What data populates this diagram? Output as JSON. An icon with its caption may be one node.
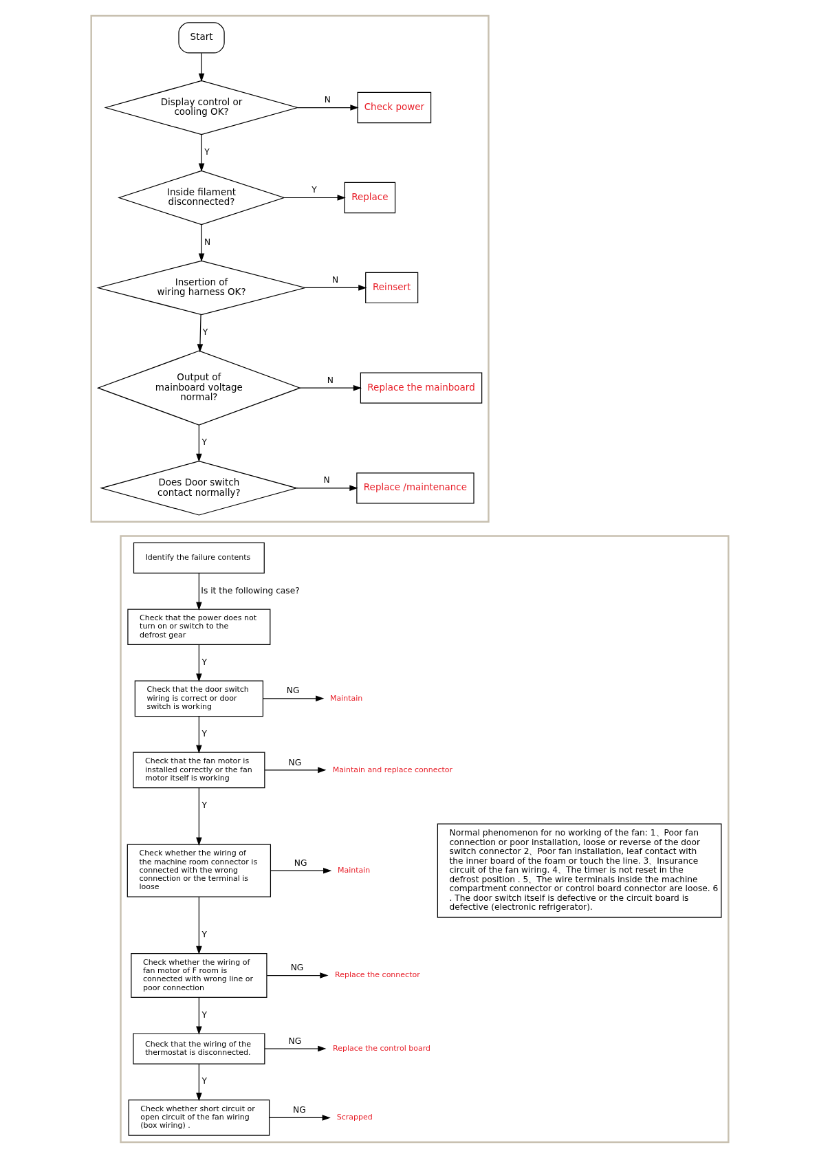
{
  "diagram": {
    "nodes": [
      {
        "text": [],
        "shape": "box"
      },
      {
        "text": [
          "Start"
        ],
        "in": 0
      },
      {
        "text": [
          "Display control or cooling OK?"
        ],
        "in": 0
      },
      {
        "text": [
          "Check power"
        ],
        "in": 0
      },
      {
        "text": [
          "Inside filament disconnected?"
        ],
        "in": 0
      },
      {
        "text": [
          "Replace"
        ],
        "in": 0
      },
      {
        "text": [
          "Insertion of wiring harness OK?"
        ],
        "in": 0
      },
      {
        "text": [
          "Reinsert"
        ],
        "in": 0
      },
      {
        "text": [
          "Output of mainboard voltage normal?"
        ],
        "in": 0
      },
      {
        "text": [
          "Replace the mainboard"
        ],
        "in": 0
      },
      {
        "text": [
          "Does Door switch contact normally?"
        ],
        "in": 0
      },
      {
        "text": [
          "Replace /maintenance"
        ],
        "in": 0
      },
      {
        "text": [],
        "shape": "box"
      },
      {
        "text": [
          "Identify the failure contents"
        ],
        "in": 12
      },
      {
        "text": [
          "Check that the power does not turn on or switch to the defrost gear"
        ],
        "in": 12
      },
      {
        "text": [
          "Check that the door switch wiring is correct or door switch is working"
        ],
        "in": 12
      },
      {
        "text": [
          "Maintain"
        ],
        "in": 12
      },
      {
        "text": [
          "Check that the fan motor is installed correctly or the fan motor itself is working"
        ],
        "in": 12
      },
      {
        "text": [
          "Maintain and replace connector"
        ],
        "in": 12
      },
      {
        "text": [
          "Check whether the wiring of the machine room connector is connected with the wrong connection or the terminal is loose"
        ],
        "in": 12
      },
      {
        "text": [
          "Maintain"
        ],
        "in": 12
      },
      {
        "text": [
          "Check whether the wiring of fan motor of F room is connected with wrong line or poor connection"
        ],
        "in": 12
      },
      {
        "text": [
          "Replace the connector"
        ],
        "in": 12
      },
      {
        "text": [
          "Check that the wiring of the thermostat is disconnected."
        ],
        "in": 12
      },
      {
        "text": [
          "Replace the control board"
        ],
        "in": 12
      },
      {
        "text": [
          "Check whether short circuit or open circuit of the fan wiring (box wiring) ."
        ],
        "in": 12
      },
      {
        "text": [
          "Scrapped"
        ],
        "in": 12
      },
      {
        "text": [
          "Normal phenomenon for no working of the fan: 1、Poor fan connection or poor installation, loose or reverse of the door switch connector 2、Poor fan installation, leaf contact with the inner board of the foam or touch the line. 3、Insurance circuit of the fan wiring. 4、The timer is not reset in the defrost position . 5、The wire terminals inside the machine compartment connector or control board connector are loose. 6 . The door switch itself is defective or the circuit board is defective (electronic refrigerator)."
        ],
        "in": 12
      }
    ],
    "edges": [
      {
        "from": 1,
        "to": 2,
        "arrow": "to"
      },
      {
        "from": 2,
        "to": 3,
        "arrow": "to",
        "label": "N"
      },
      {
        "from": 2,
        "to": 4,
        "arrow": "to",
        "label": "Y"
      },
      {
        "from": 4,
        "to": 5,
        "arrow": "to",
        "label": "Y"
      },
      {
        "from": 4,
        "to": 6,
        "arrow": "to",
        "label": "N"
      },
      {
        "from": 6,
        "to": 7,
        "arrow": "to",
        "label": "N"
      },
      {
        "from": 6,
        "to": 8,
        "arrow": "to",
        "label": "Y"
      },
      {
        "from": 8,
        "to": 9,
        "arrow": "to",
        "label": "N"
      },
      {
        "from": 8,
        "to": 10,
        "arrow": "to",
        "label": "Y"
      },
      {
        "from": 10,
        "to": 11,
        "arrow": "to",
        "label": "N"
      },
      {
        "from": 13,
        "to": 14,
        "arrow": "to",
        "label": "Is it the following case?"
      },
      {
        "from": 14,
        "to": 15,
        "arrow": "to",
        "label": "Y"
      },
      {
        "from": 15,
        "to": 16,
        "arrow": "to",
        "label": "NG"
      },
      {
        "from": 15,
        "to": 17,
        "arrow": "to",
        "label": "Y"
      },
      {
        "from": 17,
        "to": 18,
        "arrow": "to",
        "label": "NG"
      },
      {
        "from": 17,
        "to": 19,
        "arrow": "to",
        "label": "Y"
      },
      {
        "from": 19,
        "to": 20,
        "arrow": "to",
        "label": "NG"
      },
      {
        "from": 19,
        "to": 21,
        "arrow": "to",
        "label": "Y"
      },
      {
        "from": 21,
        "to": 22,
        "arrow": "to",
        "label": "NG"
      },
      {
        "from": 21,
        "to": 23,
        "arrow": "to",
        "label": "Y"
      },
      {
        "from": 23,
        "to": 24,
        "arrow": "to",
        "label": "NG"
      },
      {
        "from": 23,
        "to": 25,
        "arrow": "to",
        "label": "Y"
      },
      {
        "from": 25,
        "to": 26,
        "arrow": "to",
        "label": "NG"
      }
    ]
  }
}
